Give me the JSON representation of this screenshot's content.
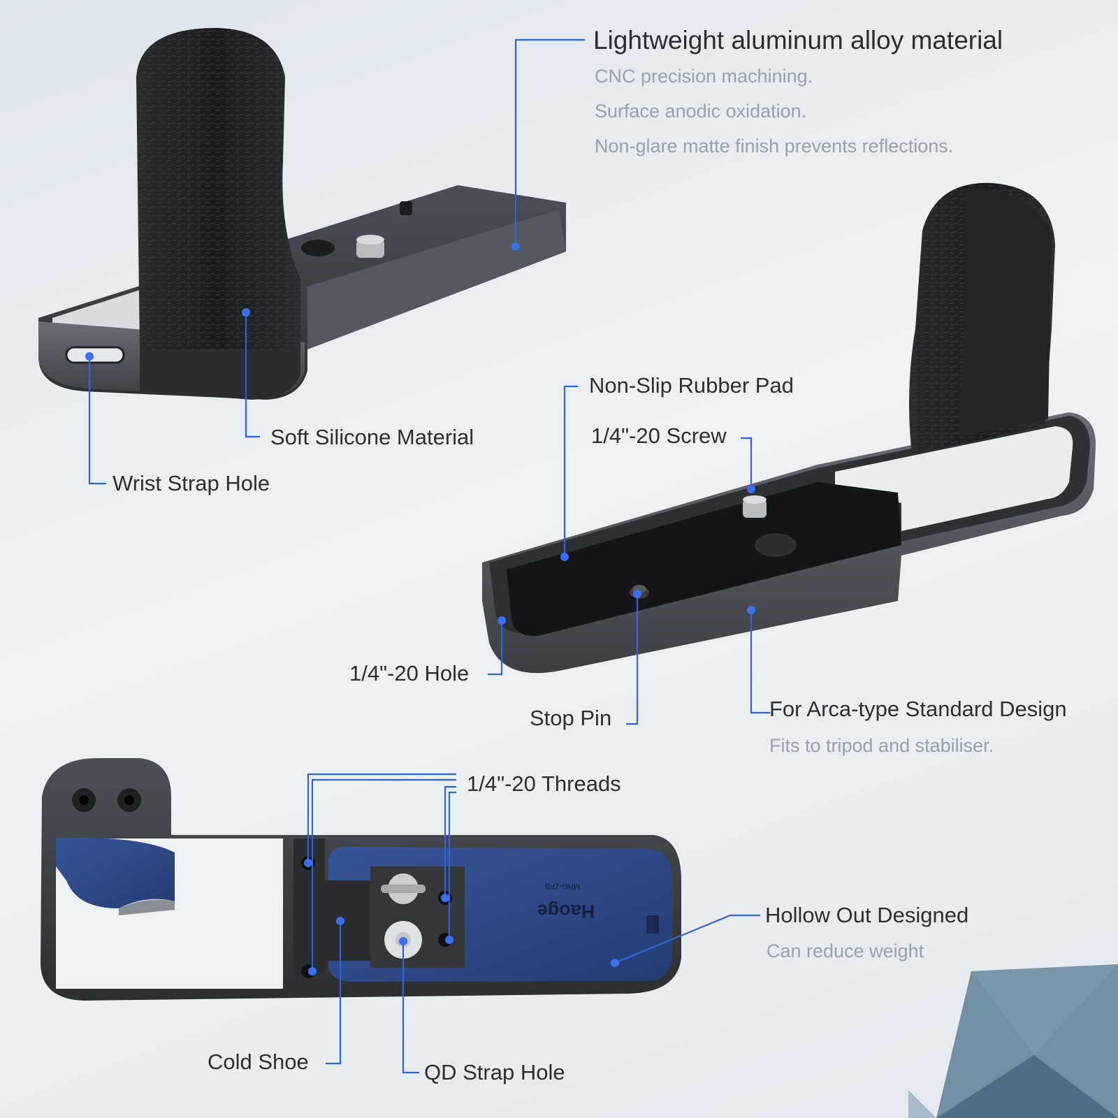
{
  "features": {
    "aluminum": {
      "title": "Lightweight aluminum alloy material",
      "details": [
        "CNC precision machining.",
        "Surface anodic oxidation.",
        "Non-glare matte finish prevents reflections."
      ]
    },
    "soft_silicone": "Soft Silicone Material",
    "wrist_strap_hole": "Wrist Strap Hole",
    "rubber_pad": "Non-Slip Rubber Pad",
    "screw": "1/4\"-20 Screw",
    "hole": "1/4\"-20 Hole",
    "stop_pin": "Stop Pin",
    "arca": {
      "title": "For Arca-type Standard Design",
      "detail": "Fits to tripod and stabiliser."
    },
    "threads": "1/4\"-20 Threads",
    "hollow": {
      "title": "Hollow Out Designed",
      "detail": "Can reduce weight"
    },
    "cold_shoe": "Cold Shoe",
    "qd_strap_hole": "QD Strap Hole"
  },
  "plate_engraving": {
    "brand": "Haoge",
    "model": "MHG-ZFB"
  },
  "colors": {
    "callout_line": "#2f63d9",
    "callout_dot": "#3a6ff0",
    "metal": "#3a3d42",
    "rubber": "#1c1d1f",
    "blue_plate": "#2f4a86"
  }
}
